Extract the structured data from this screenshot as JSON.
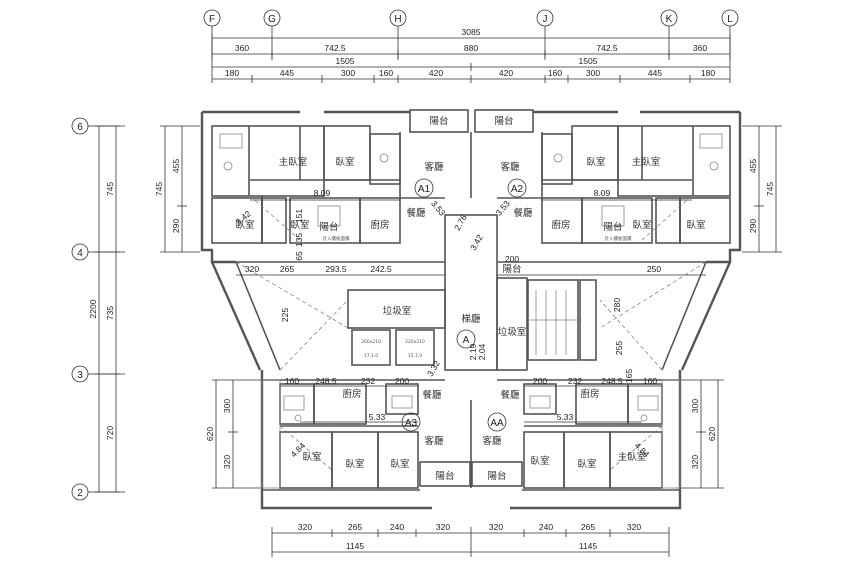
{
  "grid": {
    "columns": [
      "F",
      "G",
      "H",
      "J",
      "K",
      "L"
    ],
    "rows": [
      "6",
      "4",
      "3",
      "2"
    ]
  },
  "dims_top": {
    "overall": "3085",
    "row1": [
      "360",
      "742.5",
      "880",
      "742.5",
      "360"
    ],
    "row2": [
      "1505",
      "1505"
    ],
    "row3": [
      "180",
      "445",
      "300",
      "160",
      "420",
      "420",
      "160",
      "300",
      "445",
      "180"
    ]
  },
  "dims_left": {
    "overall": "2200",
    "main": [
      "745",
      "735",
      "720"
    ],
    "sub_upper": [
      "455",
      "290"
    ],
    "sub_upper_total": "745"
  },
  "dims_right": {
    "sub_upper": [
      "455",
      "290"
    ],
    "sub_upper_total": "745",
    "sub_lower": [
      "300",
      "320"
    ],
    "sub_lower_total": "620"
  },
  "dims_left_lower": {
    "sub": [
      "300",
      "320"
    ],
    "total": "620"
  },
  "dims_bottom": {
    "row1": [
      "320",
      "265",
      "240",
      "320",
      "320",
      "240",
      "265",
      "320"
    ],
    "row2": [
      "1145",
      "1145"
    ]
  },
  "units": [
    "A1",
    "A2",
    "A",
    "A3",
    "AA"
  ],
  "rooms": {
    "balcony": "陽台",
    "living": "客廳",
    "master": "主臥室",
    "bedroom": "臥室",
    "dining": "餐廳",
    "kitchen": "廚房",
    "stair": "梯廳",
    "trash": "垃圾室",
    "elevator_note": "計入樓板面積"
  },
  "inner_dims": {
    "upper": [
      "8.09",
      "3.53",
      "2.76",
      "151",
      "135",
      "65",
      "320",
      "265",
      "250",
      "293.5",
      "242.5",
      "200",
      "280",
      "225",
      "255",
      "8.09",
      "3.53",
      "3.42",
      "3.42"
    ],
    "lower": [
      "160",
      "248.5",
      "232",
      "200",
      "200",
      "232",
      "248.5",
      "165",
      "160",
      "5.33",
      "5.33",
      "4.84",
      "4.84",
      "2.04",
      "2.19",
      "3.32"
    ]
  },
  "elevators": {
    "size_a": "260x210",
    "size_b": "220x210",
    "note_a": "17.1.0",
    "note_b": "15.1.0"
  }
}
